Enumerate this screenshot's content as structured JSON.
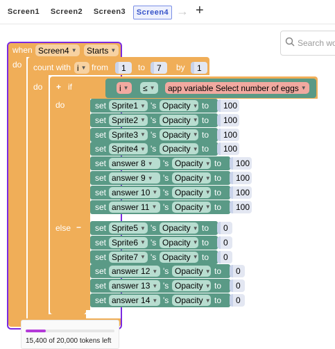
{
  "tabs": [
    "Screen1",
    "Screen2",
    "Screen3",
    "Screen4"
  ],
  "search": {
    "placeholder": "Search wo"
  },
  "when_block": {
    "kw_when": "when",
    "screen": "Screen4",
    "event": "Starts",
    "kw_do": "do"
  },
  "count_block": {
    "kw_count": "count with",
    "var": "i",
    "kw_from": "from",
    "from": "1",
    "kw_to": "to",
    "to": "7",
    "kw_by": "by",
    "by": "1",
    "kw_do": "do"
  },
  "if_block": {
    "kw_plus": "+",
    "kw_if": "if",
    "lhs": "i",
    "op": "≤",
    "rhs": "app variable Select number of eggs",
    "kw_do": "do",
    "kw_else": "else",
    "kw_minus": "−"
  },
  "set_labels": {
    "kw_set": "set",
    "kw_s": "'s",
    "prop": "Opacity",
    "kw_to": "to"
  },
  "do_rows": [
    {
      "target": "Sprite1",
      "value": "100"
    },
    {
      "target": "Sprite2",
      "value": "100"
    },
    {
      "target": "Sprite3",
      "value": "100"
    },
    {
      "target": "Sprite4",
      "value": "100"
    },
    {
      "target": "answer 8",
      "value": "100"
    },
    {
      "target": "answer 9",
      "value": "100"
    },
    {
      "target": "answer 10",
      "value": "100"
    },
    {
      "target": "answer 11",
      "value": "100"
    }
  ],
  "else_rows": [
    {
      "target": "Sprite5",
      "value": "0"
    },
    {
      "target": "Sprite6",
      "value": "0"
    },
    {
      "target": "Sprite7",
      "value": "0"
    },
    {
      "target": "answer 12",
      "value": "0"
    },
    {
      "target": "answer 13",
      "value": "0"
    },
    {
      "target": "answer 14",
      "value": "0"
    }
  ],
  "tokens": {
    "text": "15,400 of 20,000 tokens left",
    "used_fraction": 0.23
  },
  "colors": {
    "event": "#f0ae58",
    "set": "#5a9a86",
    "outline": "#7a2ae0",
    "progress": "#b43ad9"
  }
}
